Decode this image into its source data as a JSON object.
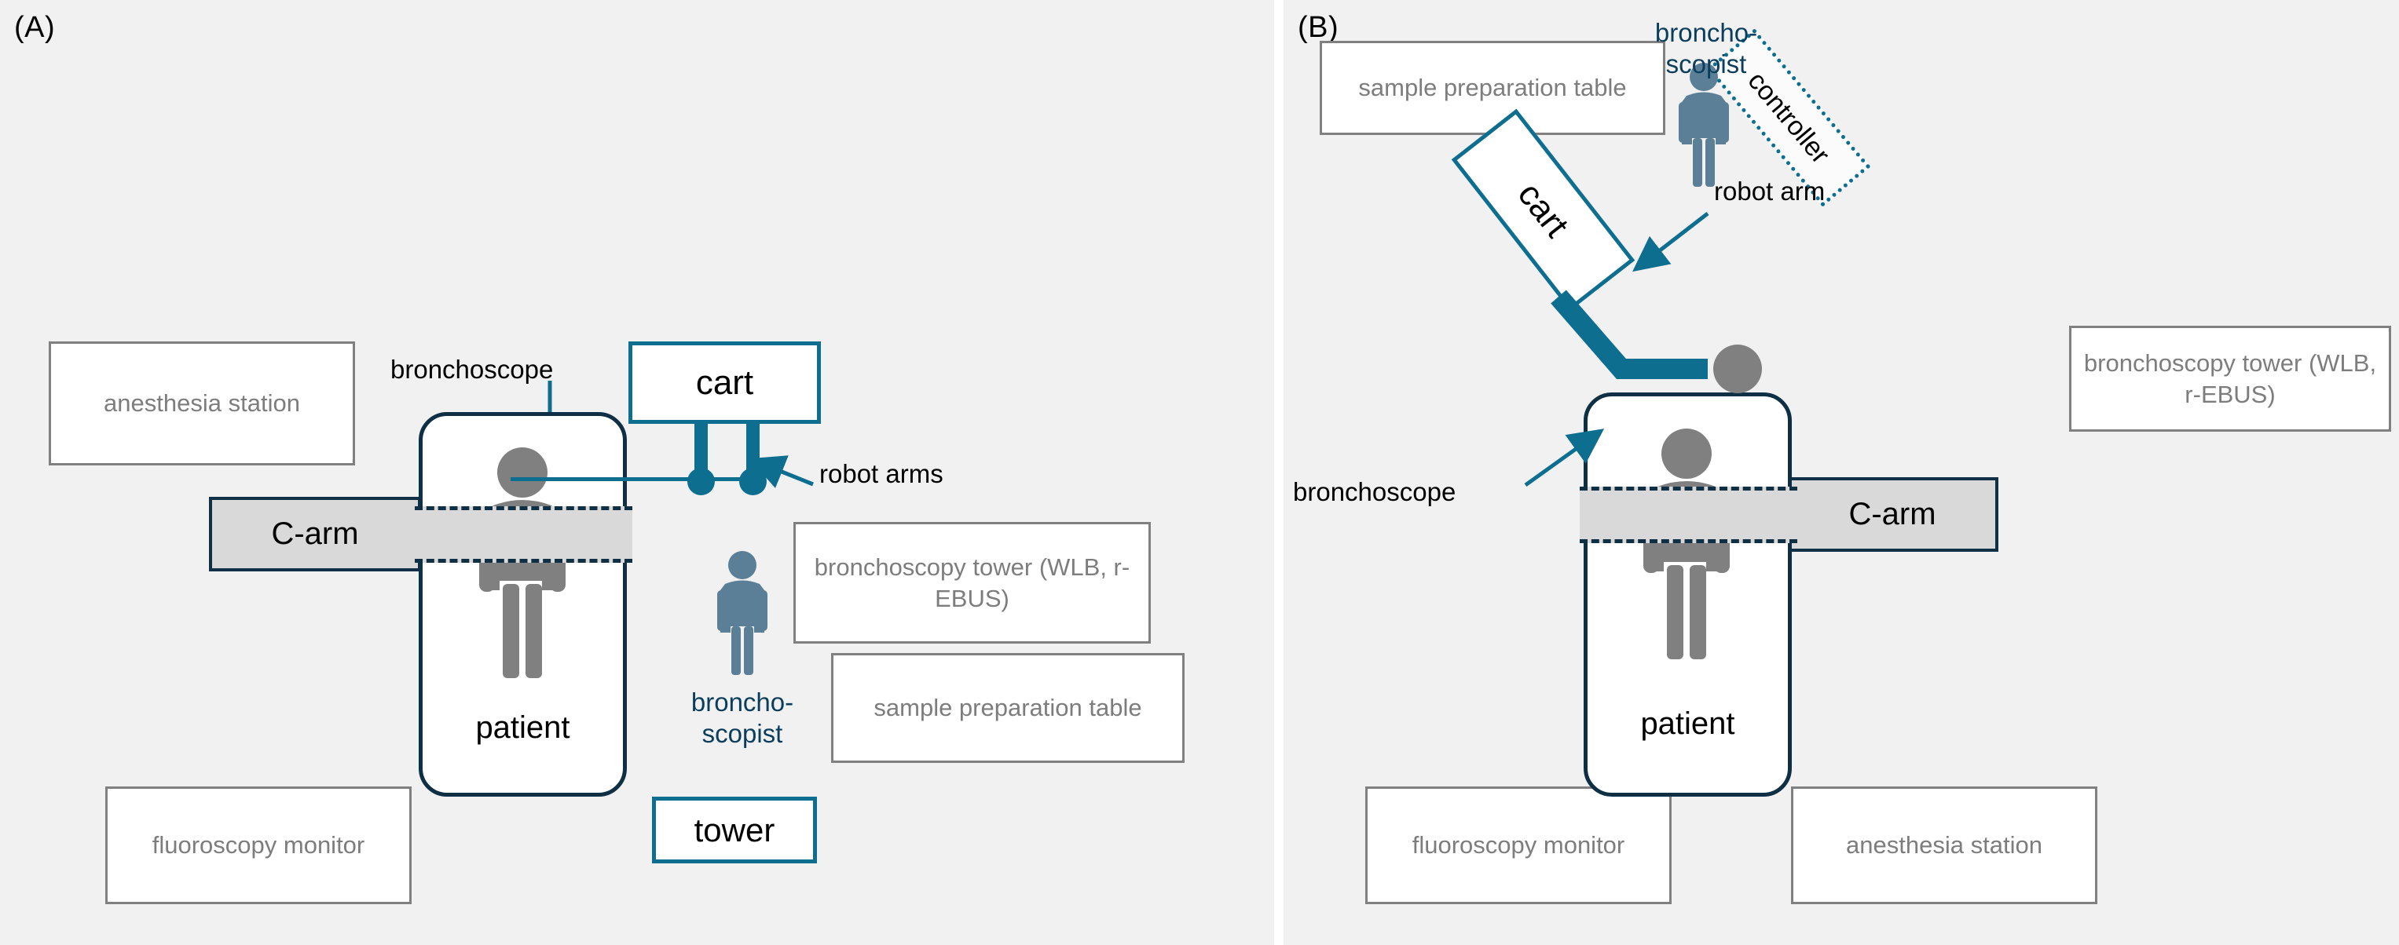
{
  "figure": {
    "background": "#ffffff",
    "panel_background": "#f1f1f1",
    "accent_teal": "#0e6e90",
    "navy": "#0f2f44",
    "label_navy": "#0b3d5c",
    "grey_box_border": "#808080",
    "grey_box_text": "#7d7d7d",
    "person_grey": "#808080",
    "person_blue": "#5b7f96",
    "carm_fill": "#d9d9d9"
  },
  "panel_a": {
    "label": "(A)",
    "boxes": {
      "anesthesia_station": "anesthesia station",
      "fluoroscopy_monitor": "fluoroscopy monitor",
      "bronchoscopy_tower": "bronchoscopy tower (WLB, r-EBUS)",
      "sample_preparation_table": "sample preparation table",
      "carm": "C-arm",
      "cart": "cart",
      "tower": "tower"
    },
    "annotations": {
      "bronchoscope": "bronchoscope",
      "robot_arms": "robot arms"
    },
    "patient": {
      "label": "patient"
    },
    "bronchoscopist": {
      "line1": "broncho-",
      "line2": "scopist"
    }
  },
  "panel_b": {
    "label": "(B)",
    "boxes": {
      "sample_preparation_table": "sample preparation table",
      "bronchoscopy_tower": "bronchoscopy tower (WLB, r-EBUS)",
      "fluoroscopy_monitor": "fluoroscopy monitor",
      "anesthesia_station": "anesthesia station",
      "carm": "C-arm",
      "cart": "cart",
      "controller": "controller"
    },
    "annotations": {
      "robot_arm": "robot arm",
      "bronchoscope": "bronchoscope"
    },
    "patient": {
      "label": "patient"
    },
    "bronchoscopist": {
      "line1": "broncho-",
      "line2": "scopist"
    }
  }
}
